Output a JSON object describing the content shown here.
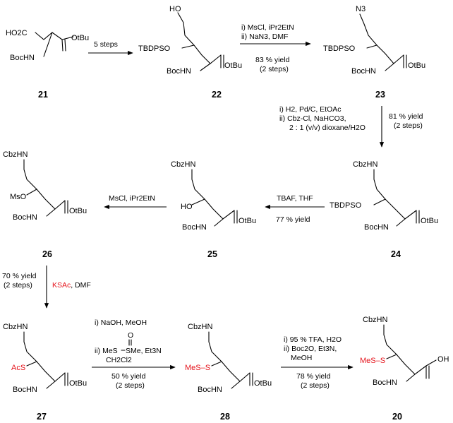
{
  "compounds": {
    "c21": {
      "number": "21",
      "acid": "HO2C",
      "amine": "BocHN",
      "ester": "OtBu"
    },
    "c22": {
      "number": "22",
      "alcohol": "HO",
      "silyl": "TBDPSO",
      "amine": "BocHN",
      "ester": "OtBu"
    },
    "c23": {
      "number": "23",
      "azide": "N3",
      "silyl": "TBDPSO",
      "amine": "BocHN",
      "ester": "OtBu"
    },
    "c24": {
      "number": "24",
      "carbamate": "CbzHN",
      "silyl": "TBDPSO",
      "amine": "BocHN",
      "ester": "OtBu"
    },
    "c25": {
      "number": "25",
      "carbamate": "CbzHN",
      "alcohol": "HO",
      "amine": "BocHN",
      "ester": "OtBu"
    },
    "c26": {
      "number": "26",
      "carbamate": "CbzHN",
      "mesylate": "MsO",
      "amine": "BocHN",
      "ester": "OtBu"
    },
    "c27": {
      "number": "27",
      "carbamate": "CbzHN",
      "thioacetate": "AcS",
      "amine": "BocHN",
      "ester": "OtBu"
    },
    "c28": {
      "number": "28",
      "carbamate": "CbzHN",
      "disulfide": "MeS–S",
      "amine": "BocHN",
      "ester": "OtBu"
    },
    "c20": {
      "number": "20",
      "carbamate": "CbzHN",
      "disulfide": "MeS–S",
      "amine": "BocHN",
      "acid": "OH"
    }
  },
  "steps": {
    "s1": {
      "above": "5 steps"
    },
    "s2": {
      "line1": "i) MsCl, iPr2EtN",
      "line2": "ii) NaN3, DMF",
      "yield": "83 % yield",
      "note": "(2 steps)"
    },
    "s3": {
      "line1": "i) H2, Pd/C, EtOAc",
      "line2": "ii) Cbz-Cl, NaHCO3,",
      "line3": "2 : 1 (v/v) dioxane/H2O",
      "yield": "81 % yield",
      "note": "(2 steps)"
    },
    "s4": {
      "above": "TBAF, THF",
      "yield": "77 % yield"
    },
    "s5": {
      "above": "MsCl, iPr2EtN"
    },
    "s6": {
      "yield": "70 % yield",
      "note": "(2 steps)",
      "reagent_red": "KSAc",
      "reagent_rest": ", DMF"
    },
    "s7": {
      "line1": "i) NaOH, MeOH",
      "line2a": "ii) MeS",
      "line2b": "SMe, Et3N",
      "oxo": "O",
      "line3": "CH2Cl2",
      "yield": "50 % yield",
      "note": "(2 steps)"
    },
    "s8": {
      "line1": "i) 95 % TFA, H2O",
      "line2": "ii) Boc2O, Et3N,",
      "line3": "MeOH",
      "yield": "78 % yield",
      "note": "(2 steps)"
    }
  },
  "colors": {
    "highlight": "#e5141c",
    "ink": "#000000"
  }
}
